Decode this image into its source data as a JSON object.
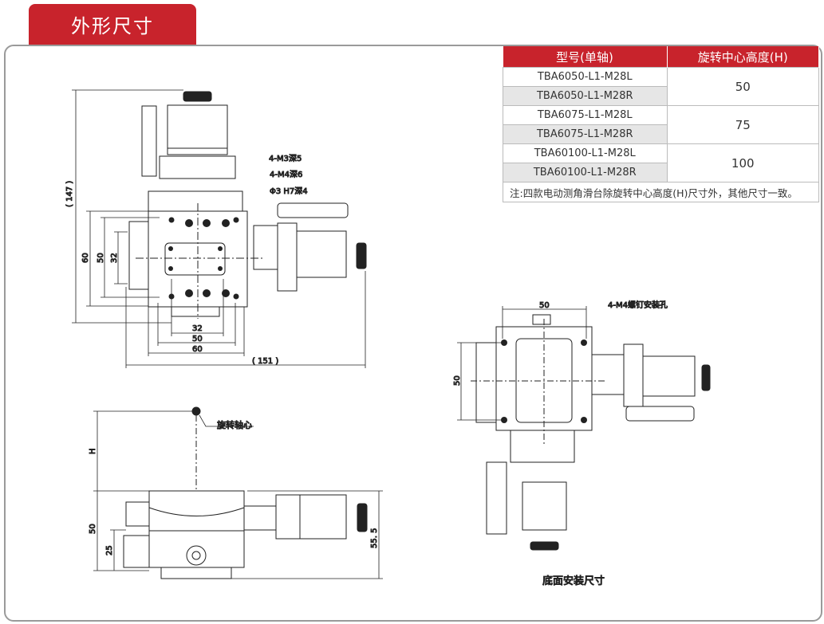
{
  "section_title": "外形尺寸",
  "table": {
    "headers": [
      "型号(单轴)",
      "旋转中心高度(H)"
    ],
    "groups": [
      {
        "models": [
          "TBA6050-L1-M28L",
          "TBA6050-L1-M28R"
        ],
        "height": "50"
      },
      {
        "models": [
          "TBA6075-L1-M28L",
          "TBA6075-L1-M28R"
        ],
        "height": "75"
      },
      {
        "models": [
          "TBA60100-L1-M28L",
          "TBA60100-L1-M28R"
        ],
        "height": "100"
      }
    ],
    "note": "注:四款电动测角滑台除旋转中心高度(H)尺寸外，其他尺寸一致。"
  },
  "top_view": {
    "notes": [
      "4-M3深5",
      "4-M4深6",
      "Φ3 H7深4"
    ],
    "dims": {
      "overall_height": "( 147 )",
      "v60": "60",
      "v50": "50",
      "v32": "32",
      "h32": "32",
      "h50": "50",
      "h60": "60",
      "overall_width": "( 151 )"
    }
  },
  "side_view": {
    "axis_label": "旋转轴心",
    "dims": {
      "H": "H",
      "v50": "50",
      "v25": "25",
      "v55_5": "55. 5"
    }
  },
  "bottom_view": {
    "hole_label": "4-M4螺钉安装孔",
    "dims": {
      "h50": "50",
      "v50": "50"
    },
    "caption": "底面安装尺寸"
  }
}
